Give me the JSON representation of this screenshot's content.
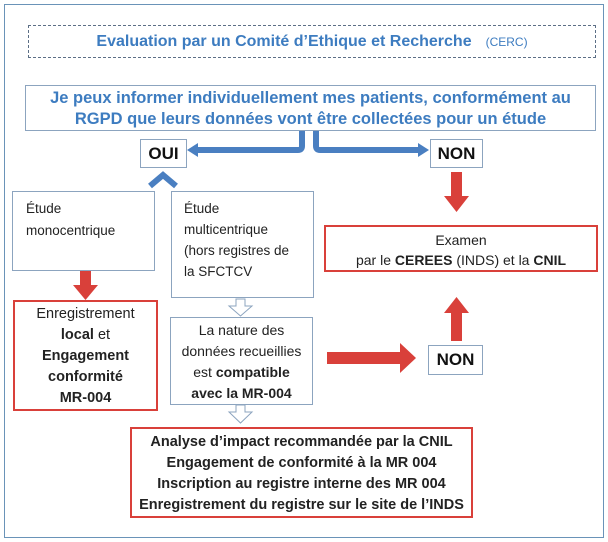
{
  "header": {
    "title": "Evaluation par un Comité d’Ethique et Recherche",
    "abbrev": "(CERC)"
  },
  "question": {
    "line1": "Je peux informer individuellement mes patients, conformément au",
    "line2": "RGPD que leurs données vont être collectées pour un étude"
  },
  "answers": {
    "yes": "OUI",
    "no": "NON",
    "no2": "NON"
  },
  "mono": {
    "line1": "Étude",
    "line2": "monocentrique"
  },
  "multi": {
    "line1": "Étude",
    "line2": "multicentrique",
    "line3": "(hors registres de",
    "line4": "la SFCTCV"
  },
  "examen": {
    "line1": "Examen",
    "pre": "par le ",
    "cerees": "CEREES",
    "mid": " (INDS) et la ",
    "cnil": "CNIL"
  },
  "local": {
    "l1": "Enregistrement",
    "l2b": "local",
    "l2": " et",
    "l3": "Engagement",
    "l4": "conformité",
    "l5": "MR-004"
  },
  "nature": {
    "l1": "La nature des",
    "l2": "données recueillies",
    "l3a": "est ",
    "l3b": "compatible",
    "l4": "avec la MR-004"
  },
  "final": {
    "items": [
      "Analyse d’impact recommandée par la CNIL",
      "Engagement de conformité à la MR 004",
      "Inscription au registre interne des MR 004",
      "Enregistrement du registre sur le site de l’INDS"
    ]
  },
  "colors": {
    "blue": "#3d7cc0",
    "arrow_blue": "#4a7fc1",
    "red": "#d9403a"
  }
}
